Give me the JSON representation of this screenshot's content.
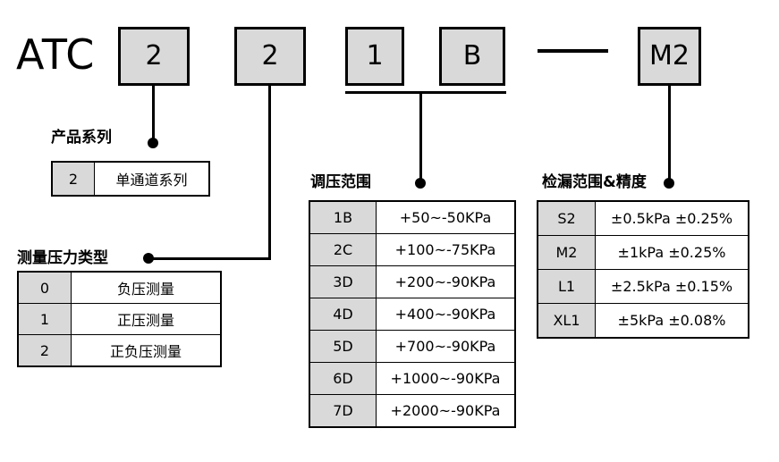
{
  "model": {
    "prefix": "ATC",
    "segments": [
      {
        "name": "series-digit",
        "value": "2"
      },
      {
        "name": "pressure-type-digit",
        "value": "2"
      },
      {
        "name": "range-digit",
        "value": "1"
      },
      {
        "name": "range-letter",
        "value": "B"
      },
      {
        "name": "leak-code",
        "value": "M2"
      }
    ],
    "separator": "—"
  },
  "sections": {
    "product_series": {
      "caption": "产品系列",
      "rows": [
        {
          "code": "2",
          "desc": "单通道系列"
        }
      ]
    },
    "pressure_type": {
      "caption": "测量压力类型",
      "rows": [
        {
          "code": "0",
          "desc": "负压测量"
        },
        {
          "code": "1",
          "desc": "正压测量"
        },
        {
          "code": "2",
          "desc": "正负压测量"
        }
      ]
    },
    "pressure_range": {
      "caption": "调压范围",
      "rows": [
        {
          "code": "1B",
          "desc": "+50~-50KPa"
        },
        {
          "code": "2C",
          "desc": "+100~-75KPa"
        },
        {
          "code": "3D",
          "desc": "+200~-90KPa"
        },
        {
          "code": "4D",
          "desc": "+400~-90KPa"
        },
        {
          "code": "5D",
          "desc": "+700~-90KPa"
        },
        {
          "code": "6D",
          "desc": "+1000~-90KPa"
        },
        {
          "code": "7D",
          "desc": "+2000~-90KPa"
        }
      ]
    },
    "leak_range": {
      "caption": "检漏范围&精度",
      "rows": [
        {
          "code": "S2",
          "desc": "±0.5kPa ±0.25%"
        },
        {
          "code": "M2",
          "desc": "±1kPa ±0.25%"
        },
        {
          "code": "L1",
          "desc": "±2.5kPa ±0.15%"
        },
        {
          "code": "XL1",
          "desc": "±5kPa ±0.08%"
        }
      ]
    }
  },
  "colors": {
    "box_fill": "#d9d9d9",
    "line": "#000000",
    "background": "#ffffff"
  }
}
